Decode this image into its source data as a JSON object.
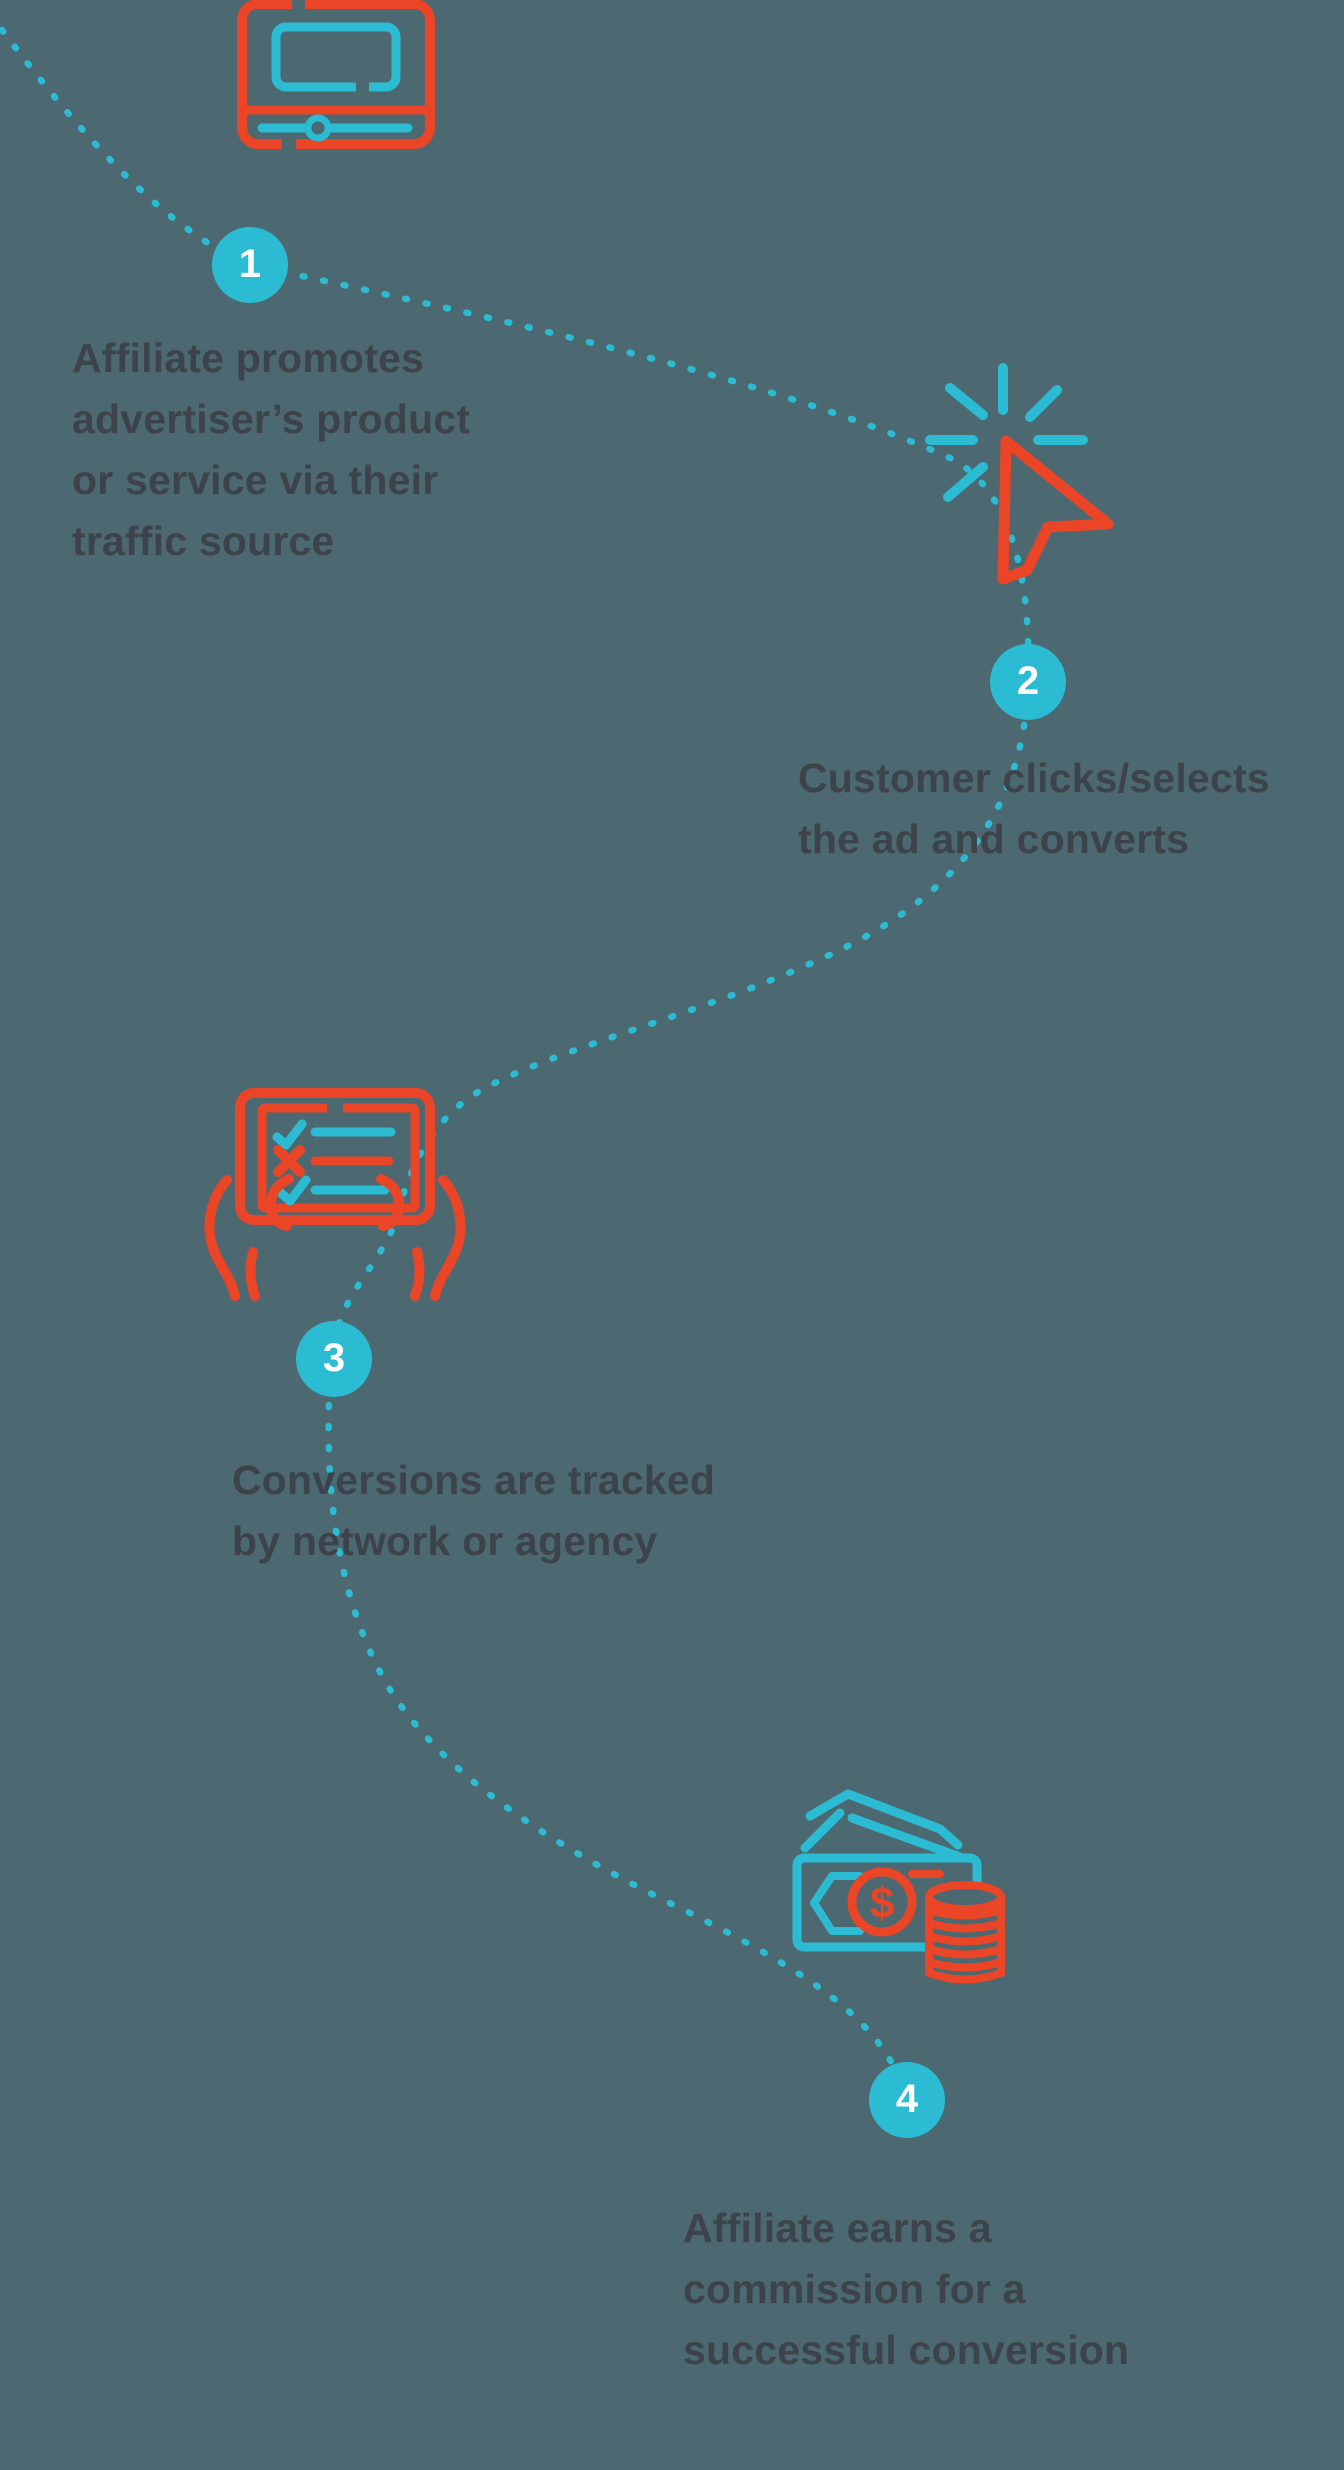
{
  "infographic": {
    "background": "#4C6870",
    "colors": {
      "cyan": "#2BBCD4",
      "red": "#EA4526",
      "text": "#3D434A",
      "number_white": "#FFFFFF"
    },
    "flow_path": "dotted-curve-connecting-steps",
    "steps": [
      {
        "number": "1",
        "icon": "video-ad-icon",
        "lines": [
          "Affiliate promotes",
          "advertiser’s product",
          "or service via their",
          "traffic source"
        ]
      },
      {
        "number": "2",
        "icon": "cursor-click-icon",
        "lines": [
          "Customer clicks/selects",
          "the ad and converts"
        ]
      },
      {
        "number": "3",
        "icon": "checklist-tablet-icon",
        "lines": [
          "Conversions are tracked",
          "by network or agency"
        ]
      },
      {
        "number": "4",
        "icon": "money-commission-icon",
        "lines": [
          "Affiliate earns a",
          "commission for a",
          "successful conversion"
        ]
      }
    ]
  }
}
